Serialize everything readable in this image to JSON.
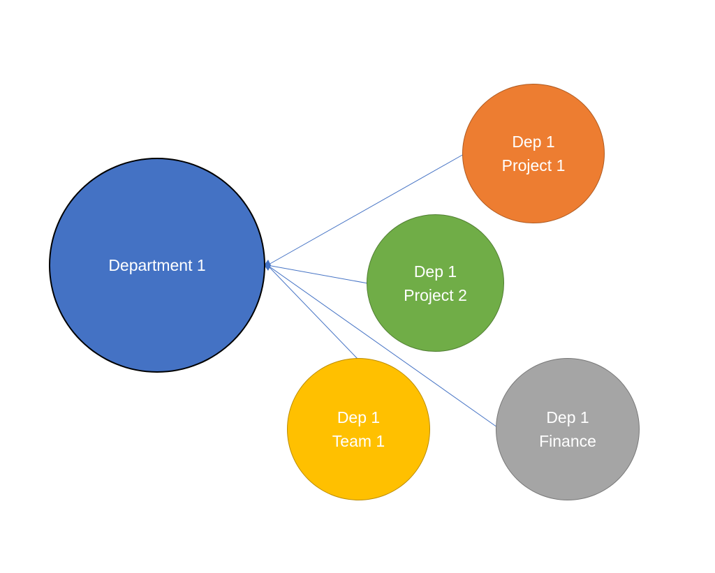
{
  "diagram": {
    "center": {
      "label": "Department 1",
      "fill": "#4472c4",
      "stroke": "#000000"
    },
    "nodes": [
      {
        "id": "project1",
        "line1": "Dep 1",
        "line2": "Project 1",
        "fill": "#ed7d31",
        "stroke": "#ae5a21"
      },
      {
        "id": "project2",
        "line1": "Dep 1",
        "line2": "Project 2",
        "fill": "#70ad47",
        "stroke": "#507e32"
      },
      {
        "id": "team1",
        "line1": "Dep 1",
        "line2": "Team 1",
        "fill": "#ffc000",
        "stroke": "#bc8c00"
      },
      {
        "id": "finance",
        "line1": "Dep 1",
        "line2": "Finance",
        "fill": "#a5a5a5",
        "stroke": "#787878"
      }
    ],
    "connector_color": "#4472c4"
  }
}
